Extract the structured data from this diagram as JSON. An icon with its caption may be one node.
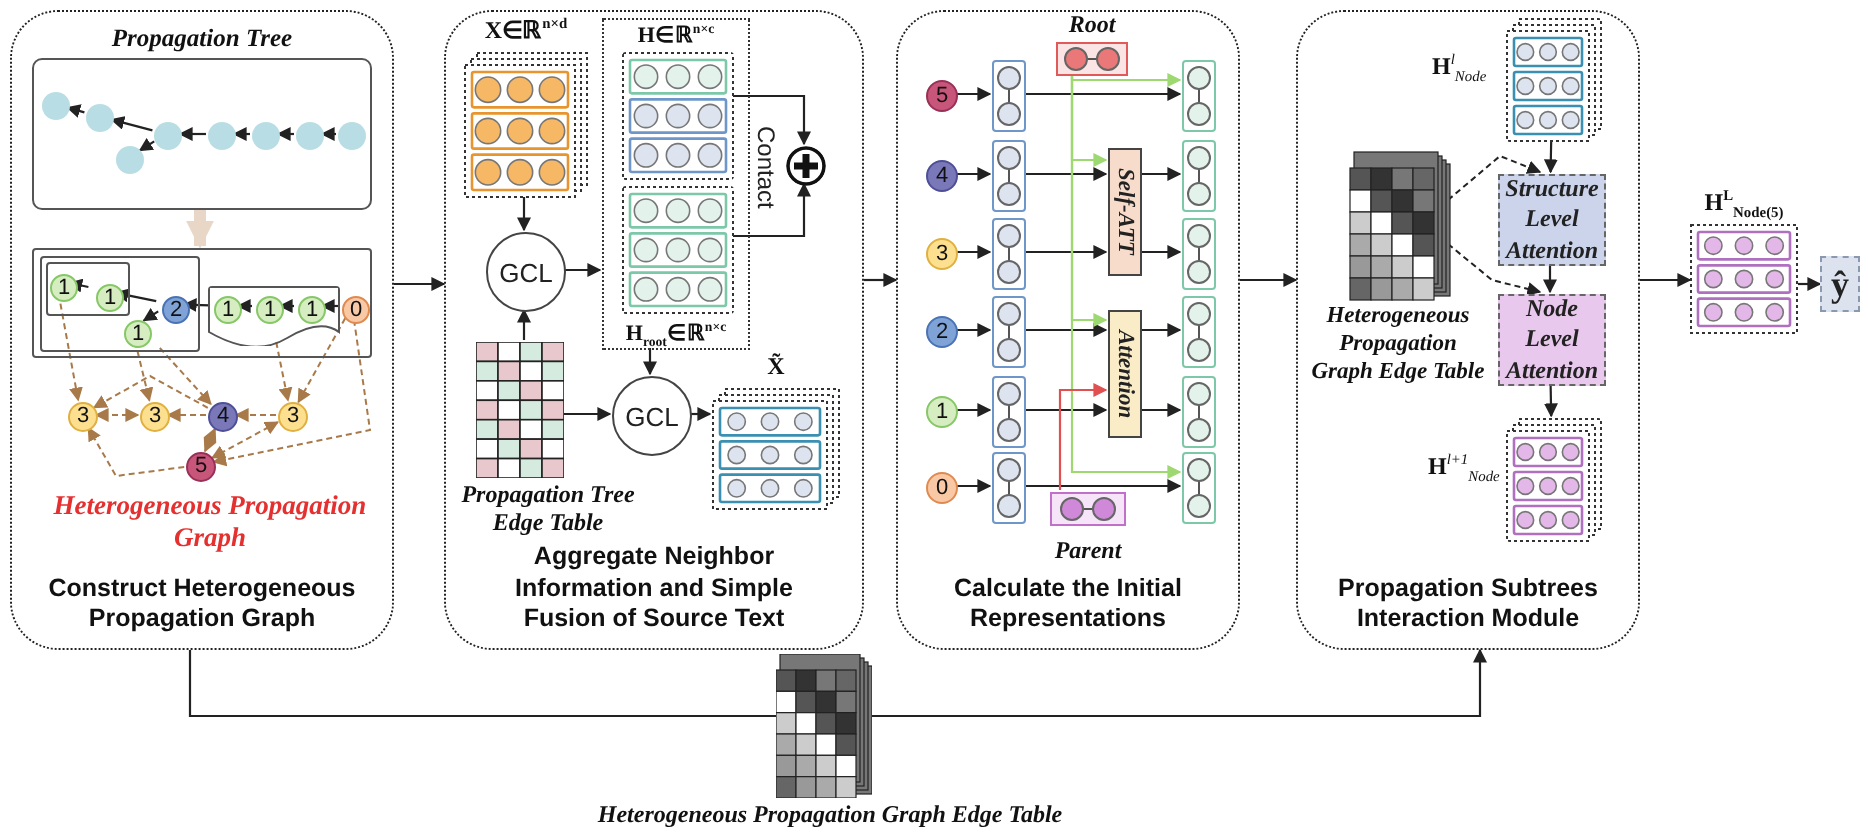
{
  "diagram": {
    "nodes": [
      {
        "text": [
          "Construct Heterogeneous Propagation Graph"
        ]
      },
      {
        "text": [
          "Propagation Tree"
        ],
        "in": 0
      },
      {
        "text": [],
        "shape": "circle",
        "in": 1
      },
      {
        "text": [],
        "shape": "circle",
        "in": 1
      },
      {
        "text": [],
        "shape": "circle",
        "in": 1
      },
      {
        "text": [],
        "shape": "circle",
        "in": 1
      },
      {
        "text": [],
        "shape": "circle",
        "in": 1
      },
      {
        "text": [],
        "shape": "circle",
        "in": 1
      },
      {
        "text": [],
        "shape": "circle",
        "in": 1
      },
      {
        "text": [],
        "shape": "circle",
        "in": 1
      },
      {
        "text": [],
        "shape": "box",
        "in": 0
      },
      {
        "text": [],
        "shape": "box",
        "in": 10
      },
      {
        "text": [],
        "shape": "box",
        "in": 11
      },
      {
        "text": [
          "1"
        ],
        "in": 12
      },
      {
        "text": [
          "1"
        ],
        "in": 12
      },
      {
        "text": [
          "2"
        ],
        "in": 11
      },
      {
        "text": [
          "1"
        ],
        "in": 11
      },
      {
        "text": [],
        "shape": "box",
        "in": 10
      },
      {
        "text": [
          "1"
        ],
        "in": 17
      },
      {
        "text": [
          "1"
        ],
        "in": 17
      },
      {
        "text": [
          "1"
        ],
        "in": 17
      },
      {
        "text": [
          "0"
        ],
        "in": 10
      },
      {
        "text": [
          "3"
        ],
        "in": 0
      },
      {
        "text": [
          "3"
        ],
        "in": 0
      },
      {
        "text": [
          "4"
        ],
        "in": 0
      },
      {
        "text": [
          "3"
        ],
        "in": 0
      },
      {
        "text": [
          "5"
        ],
        "in": 0
      },
      {
        "text": [
          "Aggregate Neighbor Information and Simple Fusion of Source Text"
        ]
      },
      {
        "text": [
          "X∈ℝ$^{n×d}$"
        ],
        "in": 27
      },
      {
        "text": [
          "H∈ℝ$^{n×c}$",
          "H$_{root}$∈ℝ$^{n×c}$"
        ],
        "in": 27
      },
      {
        "text": [],
        "shape": "box",
        "in": 29
      },
      {
        "text": [],
        "shape": "box",
        "in": 29
      },
      {
        "text": [],
        "shape": "circle",
        "in": 27
      },
      {
        "text": [
          "GCL"
        ],
        "in": 27
      },
      {
        "text": [],
        "shape": "picture",
        "in": 27,
        "beside": [
          "Propagation Tree Edge Table"
        ]
      },
      {
        "text": [
          "GCL"
        ],
        "in": 27
      },
      {
        "text": [
          "X̃"
        ],
        "in": 27
      },
      {
        "text": [
          "Calculate the Initial Representations"
        ]
      },
      {
        "text": [
          "Root"
        ],
        "in": 37
      },
      {
        "text": [
          "5"
        ],
        "in": 37
      },
      {
        "text": [
          "4"
        ],
        "in": 37
      },
      {
        "text": [
          "3"
        ],
        "in": 37
      },
      {
        "text": [
          "2"
        ],
        "in": 37
      },
      {
        "text": [
          "1"
        ],
        "in": 37
      },
      {
        "text": [
          "0"
        ],
        "in": 37
      },
      {
        "text": [],
        "shape": "box",
        "in": 37
      },
      {
        "text": [],
        "shape": "box",
        "in": 37
      },
      {
        "text": [],
        "shape": "box",
        "in": 37
      },
      {
        "text": [],
        "shape": "box",
        "in": 37
      },
      {
        "text": [],
        "shape": "box",
        "in": 37
      },
      {
        "text": [],
        "shape": "box",
        "in": 37
      },
      {
        "text": [
          "Self-ATT"
        ],
        "in": 37
      },
      {
        "text": [
          "Attention"
        ],
        "in": 37
      },
      {
        "text": [],
        "shape": "box",
        "in": 37
      },
      {
        "text": [],
        "shape": "box",
        "in": 37
      },
      {
        "text": [],
        "shape": "box",
        "in": 37
      },
      {
        "text": [],
        "shape": "box",
        "in": 37
      },
      {
        "text": [],
        "shape": "box",
        "in": 37
      },
      {
        "text": [],
        "shape": "box",
        "in": 37
      },
      {
        "text": [
          "Parent"
        ],
        "in": 37
      },
      {
        "text": [
          "Propagation Subtrees Interaction Module"
        ]
      },
      {
        "text": [],
        "shape": "box",
        "in": 60,
        "beside": [
          "H$^{l}$$_{Node}$"
        ]
      },
      {
        "text": [
          "Structure Level Attention"
        ],
        "in": 60
      },
      {
        "text": [
          "Node Level Attention"
        ],
        "in": 60
      },
      {
        "text": [],
        "shape": "box",
        "in": 60,
        "beside": [
          "H$^{l+1}$$_{Node}$"
        ]
      },
      {
        "text": [
          "Heterogeneous Propagation Graph Edge Table"
        ],
        "in": 60
      },
      {
        "text": [
          "H$^{L}$$_{Node(5)}$"
        ]
      },
      {
        "text": [
          "ŷ"
        ]
      },
      {
        "text": [],
        "shape": "picture",
        "beside": [
          "Heterogeneous Propagation Graph Edge Table"
        ]
      }
    ],
    "edges": [
      {
        "from": 9,
        "to": 8,
        "arrow": "to"
      },
      {
        "from": 8,
        "to": 7,
        "arrow": "to"
      },
      {
        "from": 7,
        "to": 6,
        "arrow": "to"
      },
      {
        "from": 6,
        "to": 4,
        "arrow": "to"
      },
      {
        "from": 4,
        "to": 3,
        "arrow": "to"
      },
      {
        "from": 4,
        "to": 5,
        "arrow": "to"
      },
      {
        "from": 3,
        "to": 2,
        "arrow": "to"
      },
      {
        "from": 1,
        "to": 10,
        "arrow": "to",
        "style": "thick",
        "color": "#e8d6c6"
      },
      {
        "from": 14,
        "to": 13,
        "arrow": "to"
      },
      {
        "from": 15,
        "to": 14,
        "arrow": "to"
      },
      {
        "from": 15,
        "to": 16,
        "arrow": "to"
      },
      {
        "from": 18,
        "to": 15,
        "arrow": "to"
      },
      {
        "from": 19,
        "to": 18,
        "arrow": "to"
      },
      {
        "from": 20,
        "to": 19,
        "arrow": "to"
      },
      {
        "from": 21,
        "to": 20,
        "arrow": "to"
      },
      {
        "from": 13,
        "to": 22,
        "arrow": "to",
        "style": "dashed",
        "color": "#a87a4a"
      },
      {
        "from": 16,
        "to": 23,
        "arrow": "to",
        "style": "dashed",
        "color": "#a87a4a"
      },
      {
        "from": 11,
        "to": 24,
        "arrow": "to",
        "style": "dashed",
        "color": "#a87a4a"
      },
      {
        "from": 17,
        "to": 25,
        "arrow": "to",
        "style": "dashed",
        "color": "#a87a4a"
      },
      {
        "from": 21,
        "to": 25,
        "arrow": "to",
        "style": "dashed",
        "color": "#a87a4a"
      },
      {
        "from": 24,
        "to": 23,
        "arrow": "to",
        "style": "dashed",
        "color": "#a87a4a"
      },
      {
        "from": 25,
        "to": 24,
        "arrow": "to",
        "style": "dashed",
        "color": "#a87a4a"
      },
      {
        "from": 23,
        "to": 22,
        "arrow": "both",
        "style": "dashed",
        "color": "#a87a4a"
      },
      {
        "from": 24,
        "to": 26,
        "arrow": "both",
        "style": "dashed",
        "color": "#a87a4a"
      },
      {
        "from": 25,
        "to": 26,
        "arrow": "both",
        "style": "dashed",
        "color": "#a87a4a"
      },
      {
        "from": 26,
        "to": 22,
        "arrow": "to",
        "style": "dashed",
        "color": "#a87a4a"
      },
      {
        "from": 21,
        "to": 26,
        "arrow": "to",
        "style": "dashed",
        "color": "#a87a4a"
      },
      {
        "from": 24,
        "to": 22,
        "arrow": "to",
        "style": "dashed",
        "color": "#a87a4a"
      },
      {
        "from": 0,
        "to": 27,
        "arrow": "to"
      },
      {
        "from": 27,
        "to": 37,
        "arrow": "to"
      },
      {
        "from": 37,
        "to": 60,
        "arrow": "to"
      },
      {
        "from": 60,
        "to": 66,
        "arrow": "to"
      },
      {
        "from": 66,
        "to": 67,
        "arrow": "to"
      },
      {
        "from": 0,
        "to": 68,
        "arrow": "none"
      },
      {
        "from": 68,
        "to": 60,
        "arrow": "to"
      },
      {
        "from": 28,
        "to": 33,
        "arrow": "to"
      },
      {
        "from": 34,
        "to": 33,
        "arrow": "to"
      },
      {
        "from": 33,
        "to": 29,
        "arrow": "to"
      },
      {
        "from": 29,
        "to": 35,
        "arrow": "to"
      },
      {
        "from": 34,
        "to": 35,
        "arrow": "to"
      },
      {
        "from": 35,
        "to": 36,
        "arrow": "to"
      },
      {
        "from": 30,
        "to": 32,
        "arrow": "to"
      },
      {
        "from": 31,
        "to": 32,
        "arrow": "to"
      },
      {
        "from": 39,
        "to": 45,
        "arrow": "to"
      },
      {
        "from": 40,
        "to": 46,
        "arrow": "to"
      },
      {
        "from": 41,
        "to": 47,
        "arrow": "to"
      },
      {
        "from": 42,
        "to": 48,
        "arrow": "to"
      },
      {
        "from": 43,
        "to": 49,
        "arrow": "to"
      },
      {
        "from": 44,
        "to": 50,
        "arrow": "to"
      },
      {
        "from": 45,
        "to": 53,
        "arrow": "to"
      },
      {
        "from": 46,
        "to": 51,
        "arrow": "to"
      },
      {
        "from": 47,
        "to": 51,
        "arrow": "to"
      },
      {
        "from": 51,
        "to": 54,
        "arrow": "to"
      },
      {
        "from": 51,
        "to": 55,
        "arrow": "to"
      },
      {
        "from": 48,
        "to": 52,
        "arrow": "to"
      },
      {
        "from": 49,
        "to": 52,
        "arrow": "to"
      },
      {
        "from": 52,
        "to": 56,
        "arrow": "to"
      },
      {
        "from": 52,
        "to": 57,
        "arrow": "to"
      },
      {
        "from": 50,
        "to": 58,
        "arrow": "to"
      },
      {
        "from": 38,
        "to": 53,
        "arrow": "to",
        "color": "#9ed870"
      },
      {
        "from": 38,
        "to": 51,
        "arrow": "to",
        "color": "#9ed870"
      },
      {
        "from": 38,
        "to": 52,
        "arrow": "to",
        "color": "#9ed870"
      },
      {
        "from": 38,
        "to": 58,
        "arrow": "to",
        "color": "#9ed870"
      },
      {
        "from": 59,
        "to": 52,
        "arrow": "to",
        "color": "#e05050"
      },
      {
        "from": 61,
        "to": 62,
        "arrow": "to"
      },
      {
        "from": 62,
        "to": 63,
        "arrow": "to"
      },
      {
        "from": 63,
        "to": 64,
        "arrow": "to"
      },
      {
        "from": 65,
        "to": 62,
        "arrow": "to",
        "style": "dashed"
      },
      {
        "from": 65,
        "to": 63,
        "arrow": "to",
        "style": "dashed"
      }
    ],
    "labels": [
      "Heterogeneous Propagation Graph",
      "Contact"
    ]
  }
}
